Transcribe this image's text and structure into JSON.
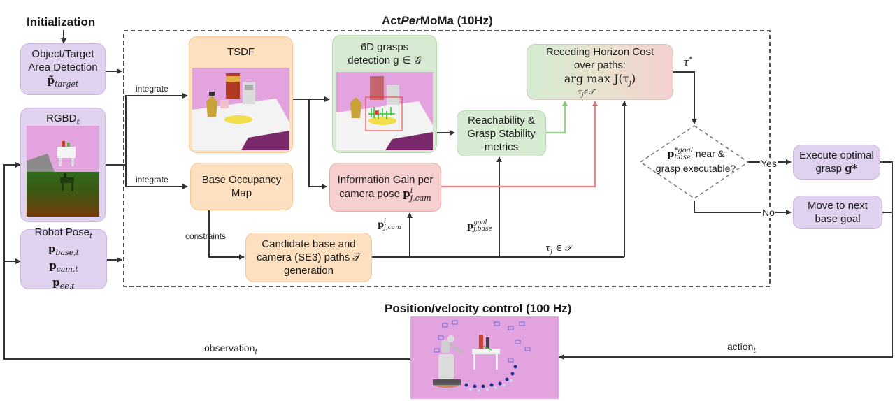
{
  "titles": {
    "initialization": "Initialization",
    "main_pre": "Act",
    "main_italic": "Per",
    "main_post": "MoMa (10Hz)",
    "control": "Position/velocity control (100 Hz)"
  },
  "boxes": {
    "detection_line1": "Object/Target",
    "detection_line2": "Area Detection",
    "detection_math": "p̃",
    "detection_sub": "target",
    "rgbd": "RGBD",
    "rgbd_sub": "t",
    "robot_pose": "Robot Pose",
    "robot_pose_sub": "t",
    "pose_base": "p",
    "pose_base_sub": "base,t",
    "pose_cam": "p",
    "pose_cam_sub": "cam,t",
    "pose_ee": "p",
    "pose_ee_sub": "ee,t",
    "tsdf": "TSDF",
    "grasps_line1": "6D grasps",
    "grasps_line2": "detection g ∈ 𝒢",
    "occupancy_line1": "Base Occupancy",
    "occupancy_line2": "Map",
    "info_gain_line1": "Information Gain per",
    "info_gain_line2": "camera pose",
    "info_gain_math": "p",
    "info_gain_sup": "i",
    "info_gain_sub": "j,cam",
    "reach_line1": "Reachability &",
    "reach_line2": "Grasp Stability",
    "reach_line3": "metrics",
    "cost_line1": "Receding Horizon Cost",
    "cost_line2": "over paths:",
    "cost_math": "arg max J(τ",
    "cost_math_sub": "j",
    "cost_math_end": ")",
    "cost_under": "τ",
    "cost_under_sub": "j",
    "cost_under_end": "∈𝒯",
    "candidate_line1": "Candidate base and",
    "candidate_line2": "camera (SE3) paths 𝒯",
    "candidate_line3": "generation",
    "decision_math": "p",
    "decision_sup": "*goal",
    "decision_sub": "base",
    "decision_line1": " near &",
    "decision_line2": "grasp executable?",
    "execute_line1": "Execute optimal",
    "execute_line2": "grasp",
    "execute_math": "g*",
    "move_line1": "Move to next",
    "move_line2": "base goal"
  },
  "edge_labels": {
    "integrate_top": "integrate",
    "integrate_bottom": "integrate",
    "constraints": "constraints",
    "p_cam": "p",
    "p_cam_sup": "i",
    "p_cam_sub": "j,cam",
    "p_base": "p",
    "p_base_sup": "goal",
    "p_base_sub": "j,base",
    "tau_path": "τ",
    "tau_path_sub": "j",
    "tau_path_end": " ∈ 𝒯",
    "tau_star": "τ",
    "tau_star_sup": "*",
    "yes": "Yes",
    "no": "No",
    "observation": "observation",
    "observation_sub": "t",
    "action": "action",
    "action_sub": "t"
  },
  "colors": {
    "purple": "#e0d2ee",
    "orange": "#fde0c0",
    "green": "#d7ebd3",
    "red": "#f6cfcf",
    "green_arrow": "#9bd08f",
    "red_arrow": "#e08a8a",
    "scene_pink": "#e2a3de"
  }
}
